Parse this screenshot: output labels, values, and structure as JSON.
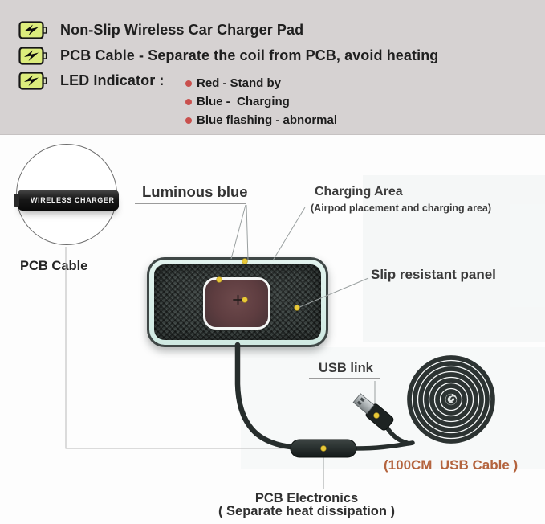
{
  "colors": {
    "top_band_bg": "#d6d2d2",
    "battery_icon_fill": "#dcec7c",
    "led_bullet_red": "#c9504d",
    "marker_dot_yellow": "#e8c838",
    "luminous_ring": "#d9efe9",
    "usb_cable_text_orange": "#b4643e",
    "pad_surface": "#39413f",
    "charging_area_fill": "#5e3d40"
  },
  "icons": {
    "feature_bullet": "battery-charging-icon",
    "bar_logo": "clock-icon",
    "coil_center": "swirl-icon"
  },
  "features": {
    "item1": "Non-Slip Wireless Car Charger Pad",
    "item2": "PCB Cable - Separate the coil from PCB, avoid heating",
    "item3": "LED Indicator :",
    "led_states": [
      {
        "label": "Red - Stand by"
      },
      {
        "label": "Blue -  Charging"
      },
      {
        "label": "Blue flashing - abnormal"
      }
    ]
  },
  "device": {
    "bar_text": "WIRELESS CHARGER",
    "caption": "PCB Cable"
  },
  "labels": {
    "luminous": "Luminous blue",
    "charging_area": "Charging Area",
    "charging_area_sub": "(Airpod placement and charging area)",
    "slip_panel": "Slip resistant panel",
    "usb_link": "USB link",
    "usb_cable_length": "(100CM  USB Cable )",
    "pcb_electronics": "PCB Electronics",
    "pcb_electronics_sub": "( Separate heat dissipation )"
  }
}
